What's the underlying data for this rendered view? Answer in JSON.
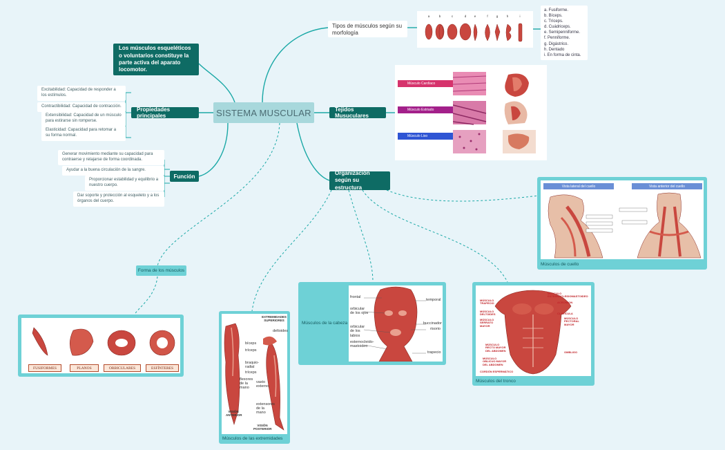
{
  "central": "SISTEMA MUSCULAR",
  "intro": "Los músculos esqueléticos o voluntarios constituye la parte activa del aparato locomotor.",
  "propiedades": {
    "title": "Propiedades principales",
    "items": [
      "Excitabilidad: Capacidad de responder a los estímulos.",
      "Contractibilidad: Capacidad de contracción.",
      "Extensibilidad: Capacidad de un músculo para estirarse sin romperse.",
      "Elasticidad: Capacidad para retomar a su forma normal."
    ]
  },
  "funcion": {
    "title": "Función",
    "items": [
      "Generar movimiento mediante su capacidad para contraerse y relajarse de forma coordinada.",
      "Ayudar a la buena circulación de la sangre.",
      "Proporcionar estabilidad y equilibrio a nuestro cuerpo.",
      "Dar soporte y protección al esqueleto y a los órganos del cuerpo."
    ]
  },
  "tipos": {
    "title": "Tipos de músculos según su morfología",
    "letters": [
      "a",
      "b",
      "c",
      "d",
      "e",
      "f",
      "g",
      "h",
      "i"
    ],
    "list": [
      "a. Fusiforme.",
      "b. Bíceps.",
      "c. Tríceps.",
      "d. Cuádriceps.",
      "e. Semipenniforme.",
      "f. Penniforme.",
      "g. Digástrico.",
      "h. Dentado",
      "i. En forma de cinta."
    ]
  },
  "tejidos": {
    "title": "Tejidos Musuculares",
    "items": [
      {
        "label": "Músculo Cardíaco",
        "color": "#d6336c"
      },
      {
        "label": "Músculo Estriado",
        "color": "#a3208a"
      },
      {
        "label": "Músculo Liso",
        "color": "#2f55d4"
      }
    ]
  },
  "organizacion": {
    "title": "Organización según su estructura"
  },
  "forma": {
    "title": "Forma de los músculos",
    "tags": [
      "FUSIFORMES",
      "PLANOS",
      "ORBICULARES",
      "ESFÍNTERES"
    ]
  },
  "extremidades": {
    "caption": "Músculos de las extremidades",
    "labels": [
      "EXTREMIDADES SUPERIORES",
      "deltoides",
      "bíceps",
      "tríceps",
      "braquio-radial",
      "tríceps",
      "flexores de la mano",
      "vasto externo",
      "extensores de la mano",
      "VISIÓN ANTERIOR",
      "VISIÓN POSTERIOR"
    ]
  },
  "cabeza": {
    "caption": "Músculos de la cabeza",
    "left_labels": [
      "frontal",
      "orbicular de los ojos",
      "orbicular de los labios",
      "esternocleido-mastoideo"
    ],
    "right_labels": [
      "temporal",
      "buccinador",
      "risorio",
      "trapecio"
    ]
  },
  "tronco": {
    "caption": "Músculos del tronco",
    "left_labels": [
      "MÚSCULO TRAPECIO",
      "MÚSCULO DELTOIDES",
      "MÚSCULO SERRATO MAYOR",
      "MÚSCULO RECTO MAYOR DEL ABDOMEN",
      "MÚSCULO OBLICUO MAYOR DEL ABDOMEN",
      "CORDÓN ESPERMÁTICO"
    ],
    "right_labels": [
      "MÚSCULO ESTERNOCLEIDOMASTOIDEO",
      "ACROMION",
      "CLAVÍCULA",
      "MÚSCULO PECTORAL MAYOR",
      "OMBLIGO"
    ]
  },
  "cuello": {
    "caption": "Músculos de cuello",
    "headers": [
      "Vista lateral del cuello",
      "Vista anterior del cuello"
    ]
  },
  "colors": {
    "dark": "#0e6b64",
    "teal": "#6ed1d6",
    "link": "#1aa8a6",
    "muscle": "#c9473f"
  }
}
